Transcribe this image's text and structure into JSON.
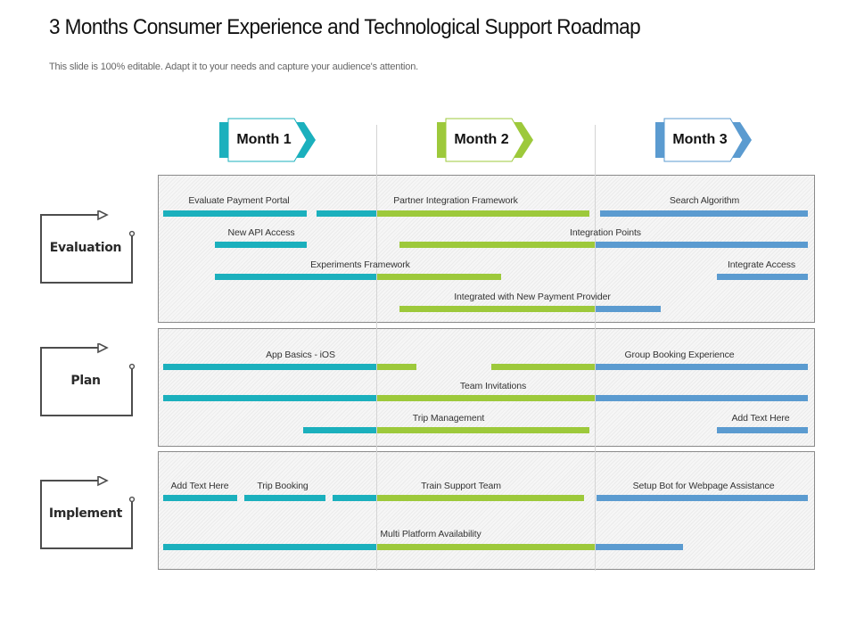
{
  "header": {
    "title": "3 Months Consumer Experience and Technological Support Roadmap",
    "subtitle": "This slide is 100% editable. Adapt it to your needs and capture your audience's attention."
  },
  "colors": {
    "month1": "#1bb0bd",
    "month2": "#9dc93b",
    "month3": "#5b9bd0",
    "panel_border": "#8a8a8a",
    "stage_stroke": "#4d4d4d"
  },
  "months": [
    {
      "label": "Month 1"
    },
    {
      "label": "Month 2"
    },
    {
      "label": "Month 3"
    }
  ],
  "stages": [
    {
      "label": "Evaluation"
    },
    {
      "label": "Plan"
    },
    {
      "label": "Implement"
    }
  ],
  "tasks": {
    "evaluation": [
      {
        "label": "Evaluate Payment Portal"
      },
      {
        "label": "Partner Integration Framework"
      },
      {
        "label": "Search Algorithm"
      },
      {
        "label": "New API Access"
      },
      {
        "label": "Integration Points"
      },
      {
        "label": "Experiments Framework"
      },
      {
        "label": "Integrate Access"
      },
      {
        "label": "Integrated with New Payment Provider"
      }
    ],
    "plan": [
      {
        "label": "App Basics - iOS"
      },
      {
        "label": "Group Booking Experience"
      },
      {
        "label": "Team Invitations"
      },
      {
        "label": "Trip Management"
      },
      {
        "label": "Add Text Here"
      }
    ],
    "implement": [
      {
        "label": "Add Text Here"
      },
      {
        "label": "Trip Booking"
      },
      {
        "label": "Train Support Team"
      },
      {
        "label": "Setup Bot for Webpage Assistance"
      },
      {
        "label": "Multi Platform Availability"
      }
    ]
  }
}
